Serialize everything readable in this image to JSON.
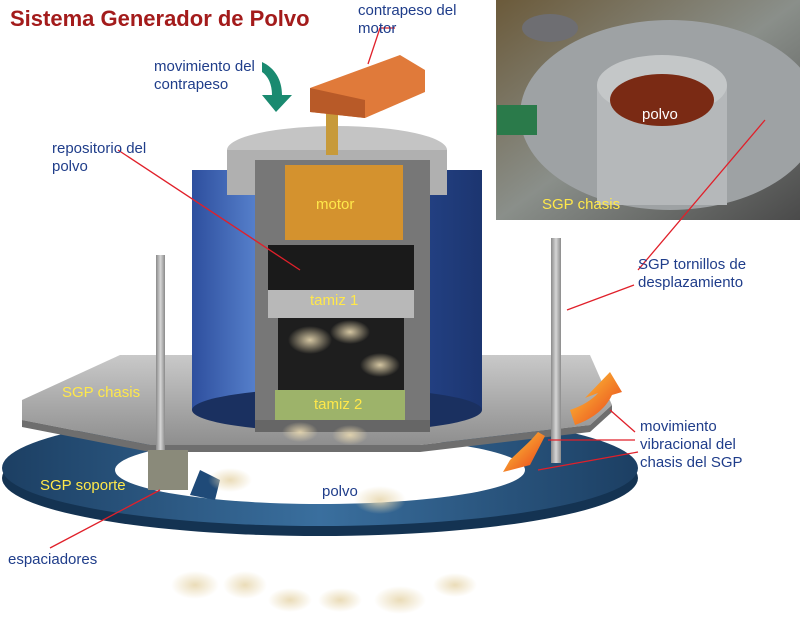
{
  "title": "Sistema Generador de Polvo",
  "colors": {
    "title": "#a31b1b",
    "label_blue": "#1f3d8a",
    "label_yellow": "#ffe84a",
    "leader_line": "#e0202a",
    "base_ring": "#2a5a8a",
    "motor": "#d48a2a",
    "counterweight": "#e07a3a",
    "arrow_teal": "#1a8a70",
    "arrow_orange": "#f08020"
  },
  "icons": [
    "rotation-arrow-icon",
    "vibration-arrow-icon"
  ],
  "labels": {
    "counterweight_motor": [
      "contrapeso del",
      "motor"
    ],
    "counterweight_motion": [
      "movimiento del",
      "contrapeso"
    ],
    "powder_repository": [
      "repositorio del",
      "polvo"
    ],
    "motor": "motor",
    "sieve1": "tamiz 1",
    "sieve2": "tamiz 2",
    "sgp_chassis": "SGP chasis",
    "sgp_support": "SGP soporte",
    "powder": "polvo",
    "spacers": "espaciadores",
    "screws": [
      "SGP tornillos de",
      "desplazamiento"
    ],
    "vibration": [
      "movimiento",
      "vibracional del",
      "chasis del SGP"
    ],
    "photo_powder": "polvo",
    "photo_chassis": "SGP chasis"
  }
}
